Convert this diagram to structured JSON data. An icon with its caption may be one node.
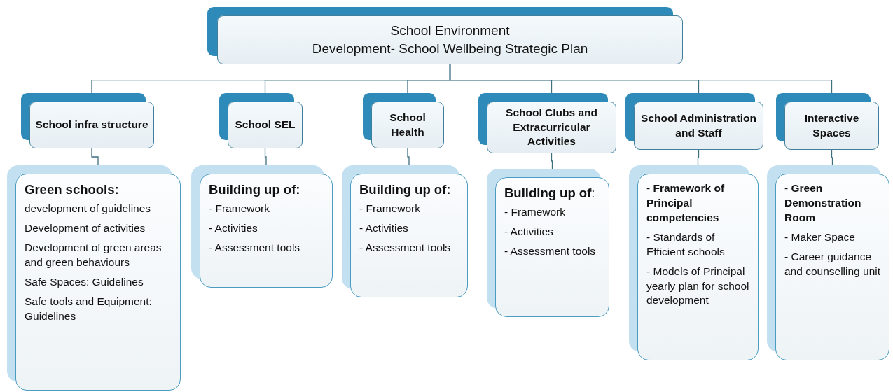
{
  "diagram": {
    "nodes": [
      {
        "text": [
          "School Environment",
          "Development- School Wellbeing Strategic Plan"
        ]
      },
      {
        "text": [
          "School infra structure"
        ]
      },
      {
        "text": [
          "School SEL"
        ]
      },
      {
        "text": [
          "School Health"
        ]
      },
      {
        "text": [
          "School Clubs and Extracurricular Activities"
        ]
      },
      {
        "text": [
          "School Administration and Staff"
        ]
      },
      {
        "text": [
          "Interactive Spaces"
        ]
      },
      {
        "text": [
          "Green schools:",
          "development of guidelines",
          "Development of activities",
          "Development of green areas and green behaviours",
          "Safe Spaces: Guidelines",
          "Safe tools and Equipment: Guidelines"
        ]
      },
      {
        "text": [
          "Building up of:",
          "- Framework",
          "- Activities",
          "- Assessment tools"
        ]
      },
      {
        "text": [
          "Building up of:",
          "- Framework",
          "- Activities",
          "- Assessment tools"
        ]
      },
      {
        "text": [
          "**Building up of**:",
          "- Framework",
          "- Activities",
          "- Assessment tools"
        ]
      },
      {
        "text": [
          "- **Framework of Principal competencies**",
          "- Standards of Efficient schools",
          "- Models of Principal yearly plan for school development"
        ]
      },
      {
        "text": [
          "- **Green Demonstration Room**",
          "- Maker Space",
          "- Career guidance and counselling unit"
        ]
      }
    ],
    "edges": [
      {
        "from": 0,
        "to": 1,
        "arrow": "none"
      },
      {
        "from": 0,
        "to": 2,
        "arrow": "none"
      },
      {
        "from": 0,
        "to": 3,
        "arrow": "none"
      },
      {
        "from": 0,
        "to": 4,
        "arrow": "none"
      },
      {
        "from": 0,
        "to": 5,
        "arrow": "none"
      },
      {
        "from": 0,
        "to": 6,
        "arrow": "none"
      },
      {
        "from": 1,
        "to": 7,
        "arrow": "none"
      },
      {
        "from": 2,
        "to": 8,
        "arrow": "none"
      },
      {
        "from": 3,
        "to": 9,
        "arrow": "none"
      },
      {
        "from": 4,
        "to": 10,
        "arrow": "none"
      },
      {
        "from": 5,
        "to": 11,
        "arrow": "none"
      },
      {
        "from": 6,
        "to": 12,
        "arrow": "none"
      }
    ]
  }
}
